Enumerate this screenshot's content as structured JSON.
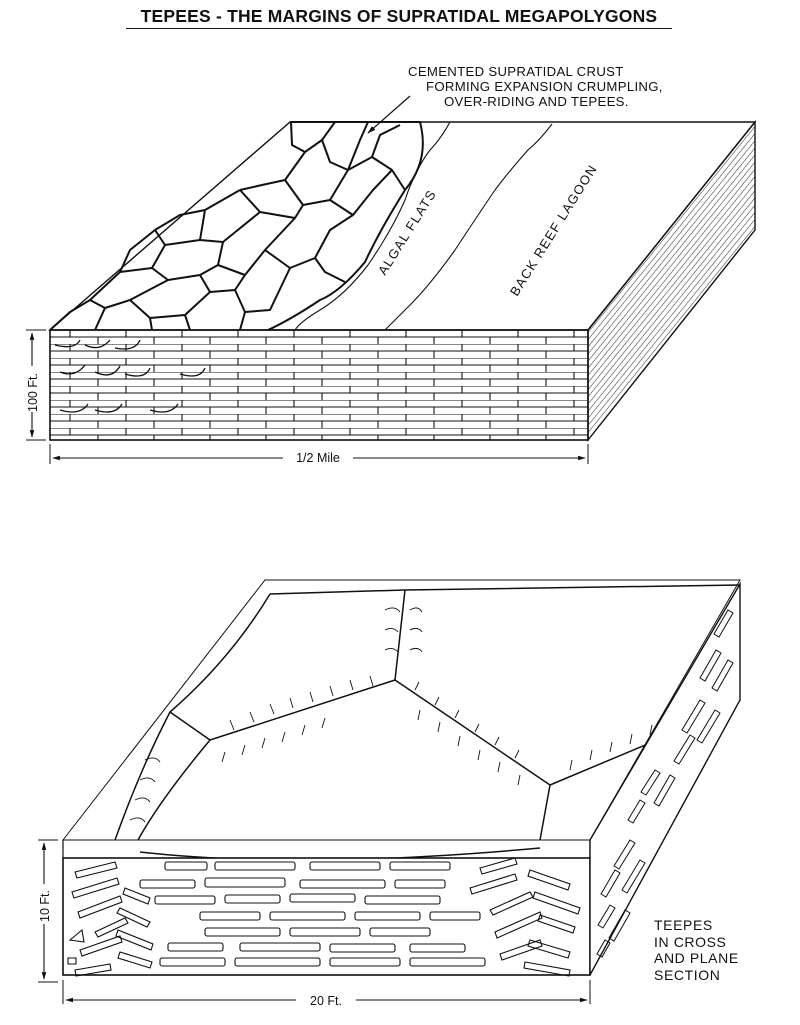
{
  "figure": {
    "title": "TEPEES - THE MARGINS OF SUPRATIDAL MEGAPOLYGONS",
    "colors": {
      "ink": "#111111",
      "paper": "#ffffff"
    }
  },
  "upper_block": {
    "callout": {
      "line1": "CEMENTED SUPRATIDAL CRUST",
      "line2": "FORMING EXPANSION CRUMPLING,",
      "line3": "OVER-RIDING AND TEPEES."
    },
    "zone_labels": {
      "algal_flats": "ALGAL FLATS",
      "back_reef_lagoon": "BACK REEF LAGOON"
    },
    "dimensions": {
      "height": "100 Ft.",
      "width": "1/2 Mile"
    }
  },
  "lower_block": {
    "note": {
      "line1": "TEEPES",
      "line2": "IN CROSS",
      "line3": "AND PLANE",
      "line4": "SECTION"
    },
    "dimensions": {
      "height": "10 Ft.",
      "width": "20 Ft."
    }
  }
}
